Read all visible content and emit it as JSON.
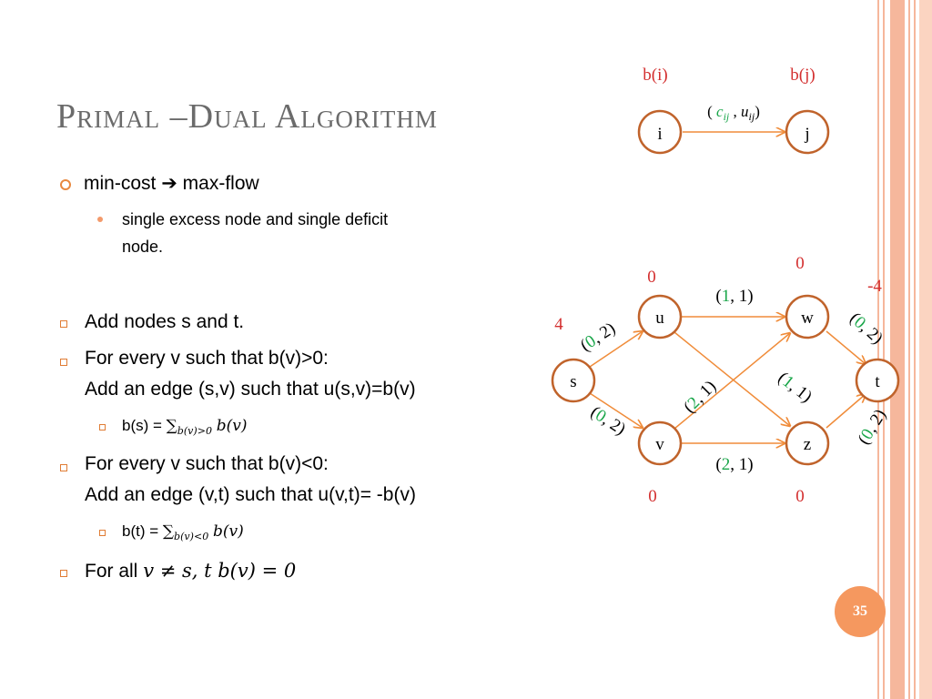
{
  "slide": {
    "title": "Primal –Dual Algorithm",
    "page_number": "35",
    "bullets": {
      "b1": {
        "a": "min-cost",
        "arrow": "➔",
        "b": "max-flow"
      },
      "b1_sub_line1": "single excess node and single deficit",
      "b1_sub_line2": "node.",
      "b2": "Add nodes s and t.",
      "b3_line1": "For every v such that b(v)>0:",
      "b3_line2": "Add an edge (s,v) such that u(s,v)=b(v)",
      "b3_sub": {
        "prefix": "b(s) = ",
        "sum": "∑",
        "sub": "b(v)>0",
        "expr": "b(v)"
      },
      "b4_line1": "For every v such that b(v)<0:",
      "b4_line2": "Add an edge (v,t) such that u(v,t)= -b(v)",
      "b4_sub": {
        "prefix": "b(t) = ",
        "sum": "∑",
        "sub": "b(v)<0",
        "expr": "b(v)"
      },
      "b5": {
        "prefix": "For all ",
        "math": "v ≠ s, t  b(v) = 0"
      }
    }
  },
  "legend": {
    "node_i": "i",
    "node_j": "j",
    "b_i": "b(i)",
    "b_j": "b(j)",
    "edge_label": {
      "open": "( ",
      "c": "c",
      "c_sub": "ij",
      "sep": " , ",
      "u": "u",
      "u_sub": "ij",
      "close": ")"
    }
  },
  "graph": {
    "nodes": {
      "s": "s",
      "u": "u",
      "v": "v",
      "w": "w",
      "z": "z",
      "t": "t"
    },
    "supplies": {
      "s": "4",
      "u": "0",
      "v": "0",
      "w": "0",
      "z": "0",
      "t": "-4"
    },
    "edges": {
      "su": {
        "open": "(",
        "c": "0",
        "rest": ", 2)"
      },
      "sv": {
        "open": "(",
        "c": "0",
        "rest": ", 2)"
      },
      "uw": {
        "open": "(",
        "c": "1",
        "rest": ", 1)"
      },
      "uz": {
        "open": "(",
        "c": "1",
        "rest": ", 1)"
      },
      "vw": {
        "open": "(",
        "c": "2",
        "rest": ", 1)"
      },
      "vz": {
        "open": "(",
        "c": "2",
        "rest": ", 1)"
      },
      "wt": {
        "open": "(",
        "c": "0",
        "rest": ", 2)"
      },
      "zt": {
        "open": "(",
        "c": "0",
        "rest": ", 2)"
      }
    }
  },
  "colors": {
    "node_border": "#c0632b",
    "edge": "#f08c3a",
    "supply": "#d32f2f",
    "cost": "#1aa64a",
    "accent": "#f5985f"
  }
}
